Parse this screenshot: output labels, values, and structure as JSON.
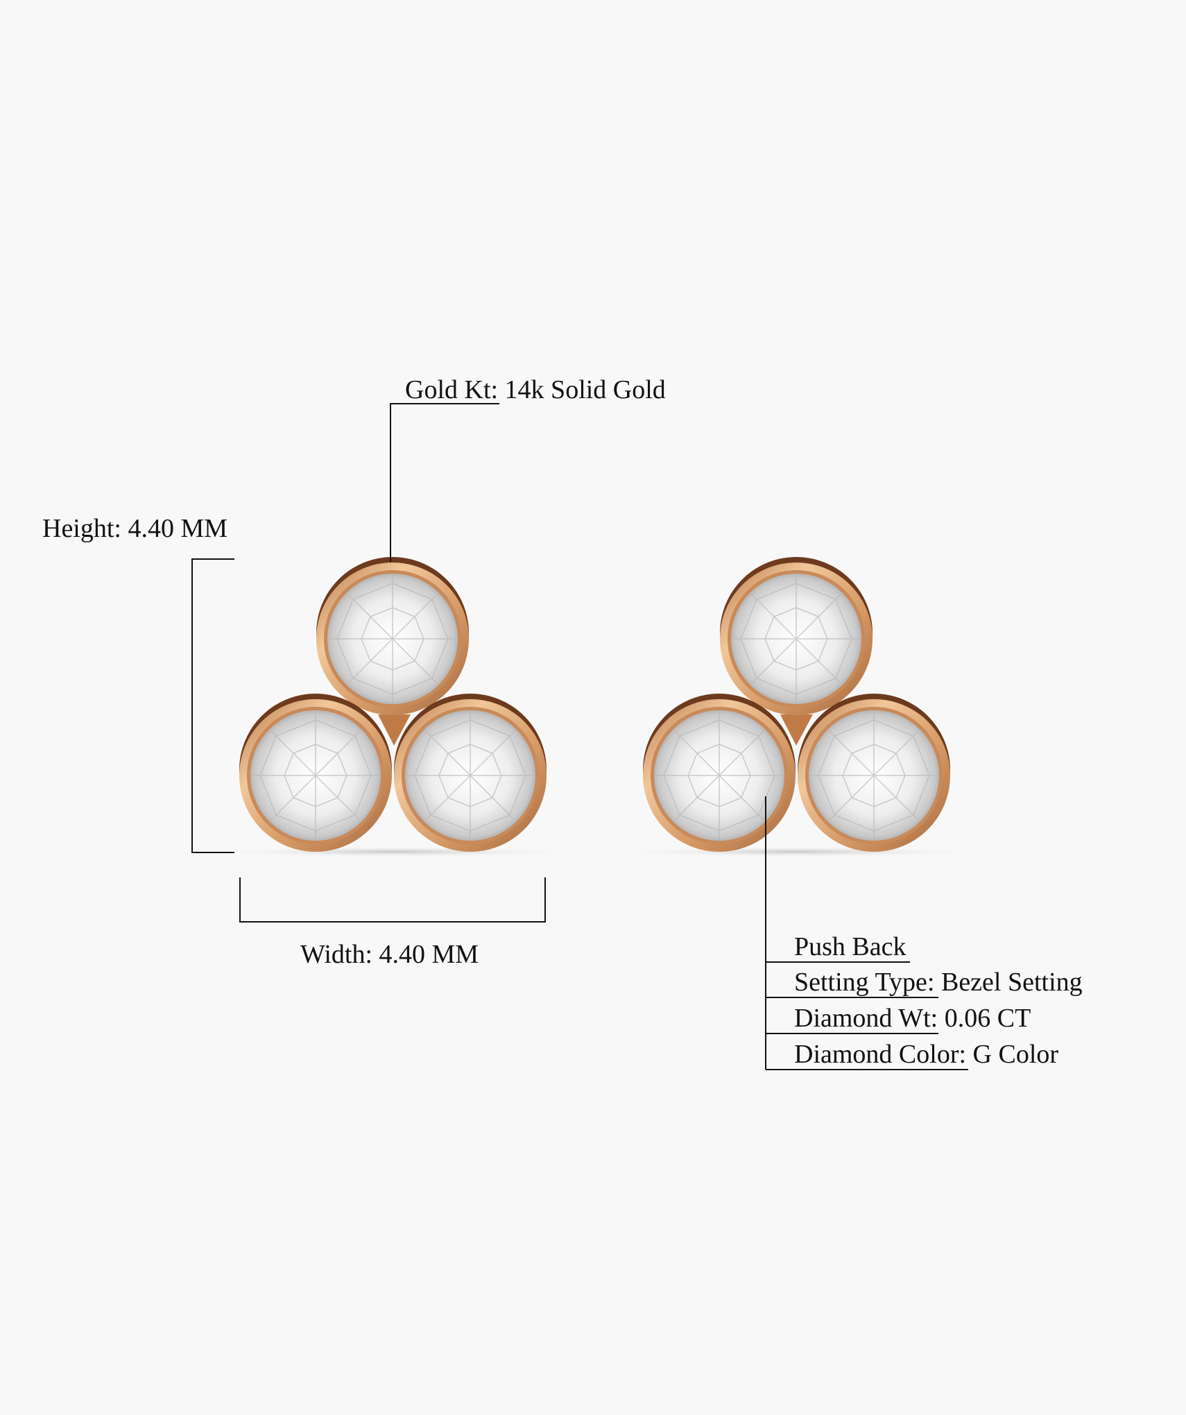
{
  "product": {
    "gold_kt": "Gold Kt: 14k Solid Gold",
    "height": "Height: 4.40 MM",
    "width": "Width: 4.40 MM",
    "specs": [
      "Push Back",
      "Setting Type: Bezel Setting",
      "Diamond Wt: 0.06 CT",
      "Diamond Color: G Color"
    ]
  },
  "colors": {
    "background": "#f8f8f8",
    "gold": "#d9a26e",
    "text": "#111111"
  }
}
